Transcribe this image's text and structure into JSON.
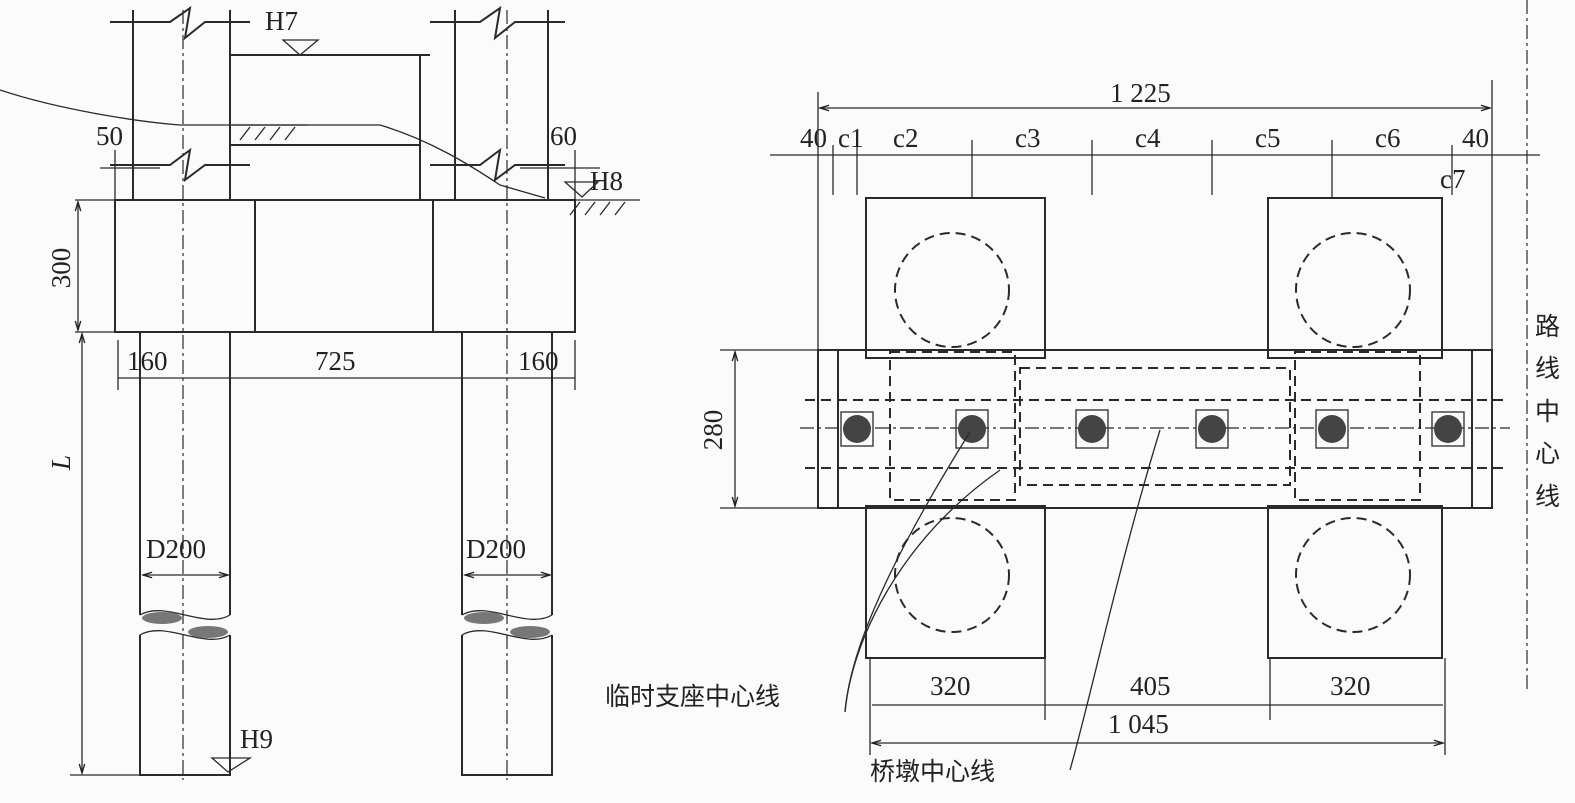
{
  "elevation": {
    "levels": {
      "h7": "H7",
      "h8": "H8",
      "h9": "H9"
    },
    "dims": {
      "cap_height": "300",
      "left_offset": "50",
      "right_offset": "60",
      "edge_left": "160",
      "pile_spacing": "725",
      "edge_right": "160",
      "pile_dia_left": "D200",
      "pile_dia_right": "D200",
      "pile_length": "L"
    }
  },
  "plan": {
    "dims": {
      "overall": "1 225",
      "edge_left": "40",
      "c1": "c1",
      "c2": "c2",
      "c3": "c3",
      "c4": "c4",
      "c5": "c5",
      "c6": "c6",
      "c7": "c7",
      "edge_right": "40",
      "width": "280",
      "seg1": "320",
      "seg2": "405",
      "seg3": "320",
      "total": "1 045"
    },
    "labels": {
      "temp_bearing_centerline": "临时支座中心线",
      "pier_centerline": "桥墩中心线",
      "route_centerline": [
        "路",
        "线",
        "中",
        "心",
        "线"
      ]
    }
  }
}
